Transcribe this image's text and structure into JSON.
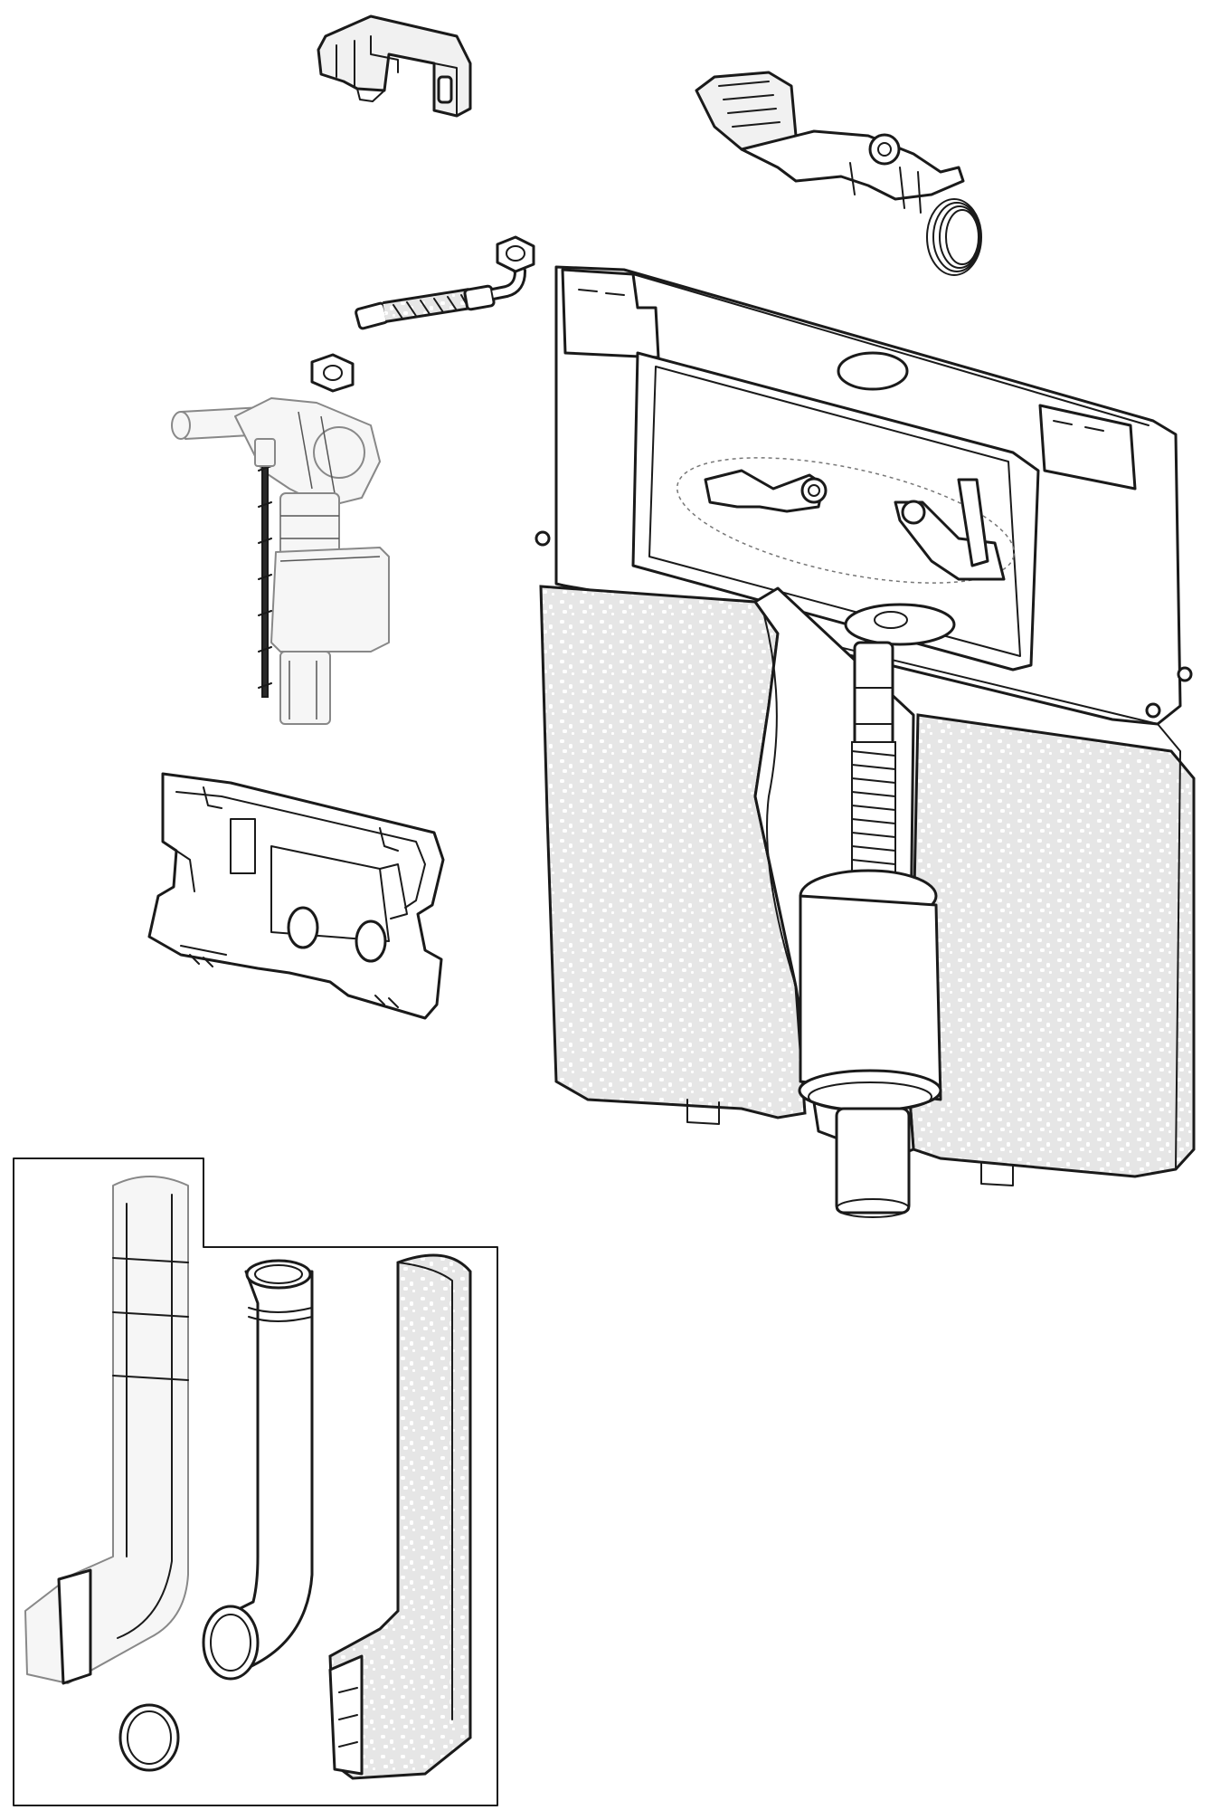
{
  "diagram": {
    "parts": [
      {
        "id": "cable-clip",
        "icon": "cable-clip-icon"
      },
      {
        "id": "flush-actuator",
        "icon": "actuator-icon"
      },
      {
        "id": "flex-hose",
        "icon": "hose-icon"
      },
      {
        "id": "fill-valve",
        "icon": "valve-icon"
      },
      {
        "id": "mounting-plate",
        "icon": "plate-icon"
      },
      {
        "id": "cistern",
        "icon": "cistern-icon"
      },
      {
        "id": "pipe-kit",
        "icon": "pipe-icon"
      }
    ],
    "colors": {
      "line": "#1a1a1a",
      "fill": "#f1f1f1",
      "background": "#ffffff"
    }
  }
}
